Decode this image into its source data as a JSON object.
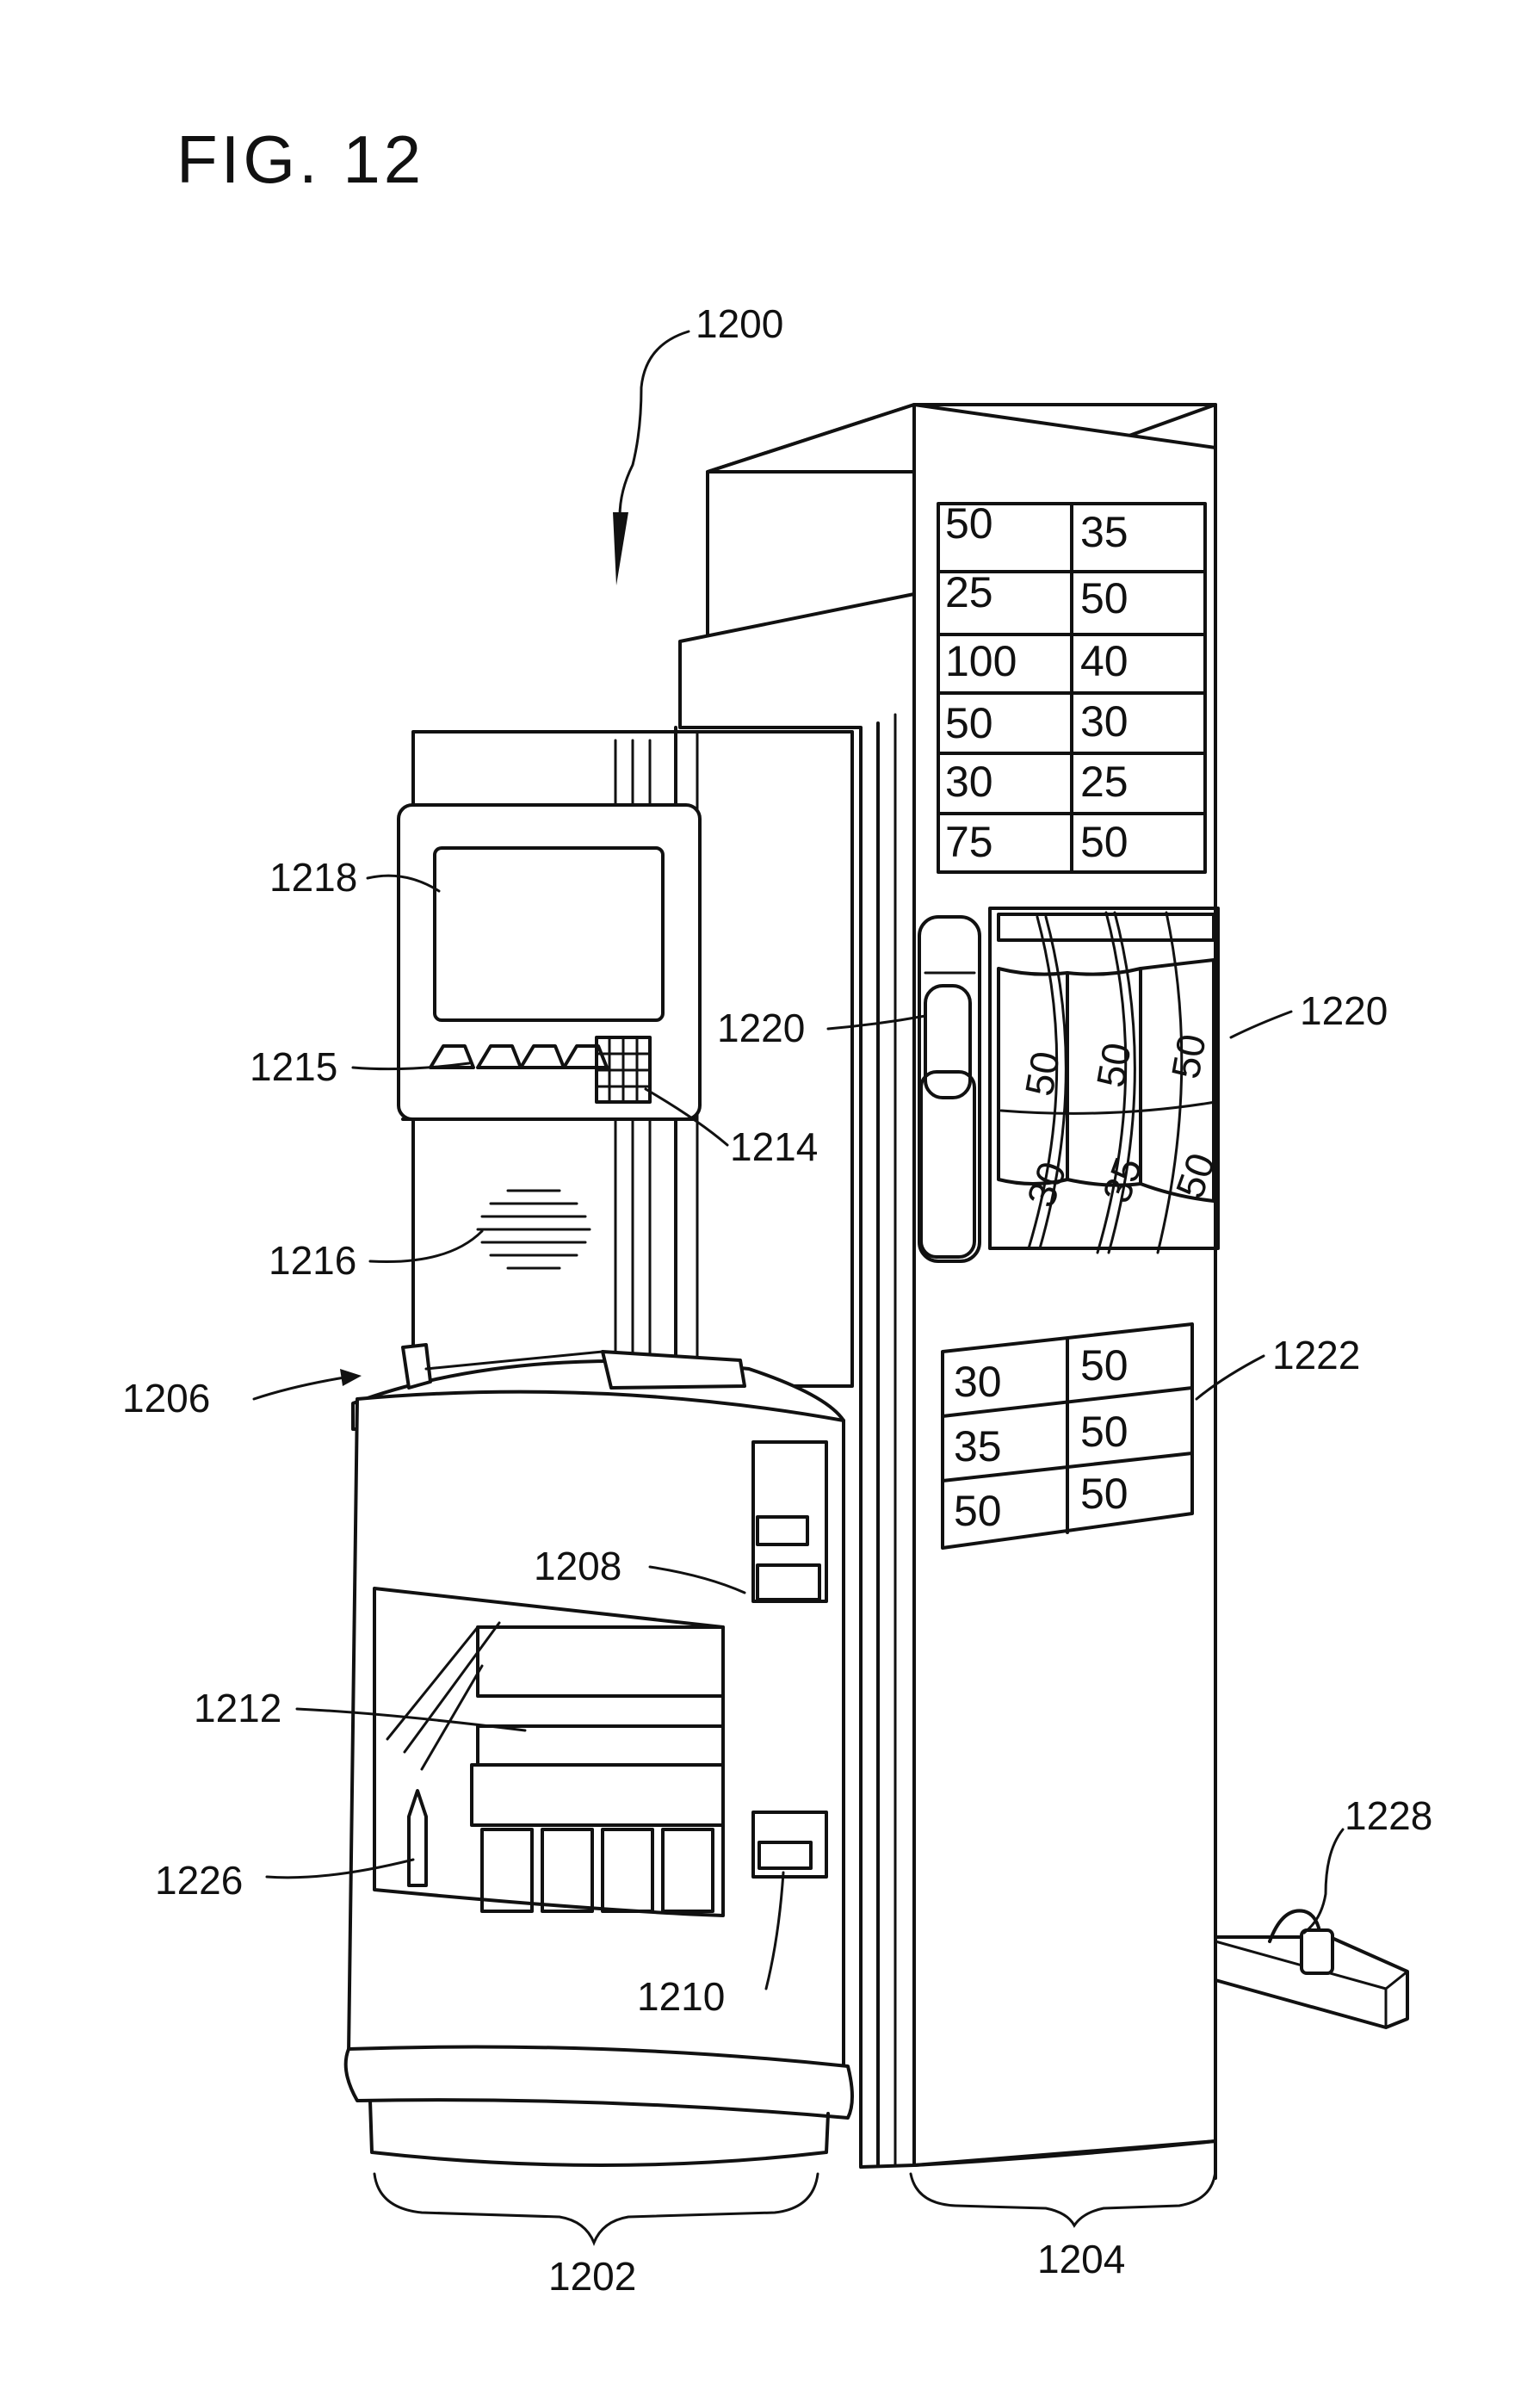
{
  "figure": {
    "title": "FIG. 12"
  },
  "refs": {
    "r1200": "1200",
    "r1202": "1202",
    "r1204": "1204",
    "r1206": "1206",
    "r1208": "1208",
    "r1210": "1210",
    "r1212": "1212",
    "r1214": "1214",
    "r1215": "1215",
    "r1216": "1216",
    "r1218": "1218",
    "r1220a": "1220",
    "r1220b": "1220",
    "r1222": "1222",
    "r1226": "1226",
    "r1228": "1228"
  },
  "pay_table_upper": [
    [
      "50",
      "35"
    ],
    [
      "25",
      "50"
    ],
    [
      "100",
      "40"
    ],
    [
      "50",
      "30"
    ],
    [
      "30",
      "25"
    ],
    [
      "75",
      "50"
    ]
  ],
  "pay_table_lower": [
    [
      "30",
      "50"
    ],
    [
      "35",
      "50"
    ],
    [
      "50",
      "50"
    ]
  ],
  "reels": {
    "top": [
      "50",
      "50",
      "50"
    ],
    "bottom": [
      "30",
      "35",
      "50"
    ]
  }
}
